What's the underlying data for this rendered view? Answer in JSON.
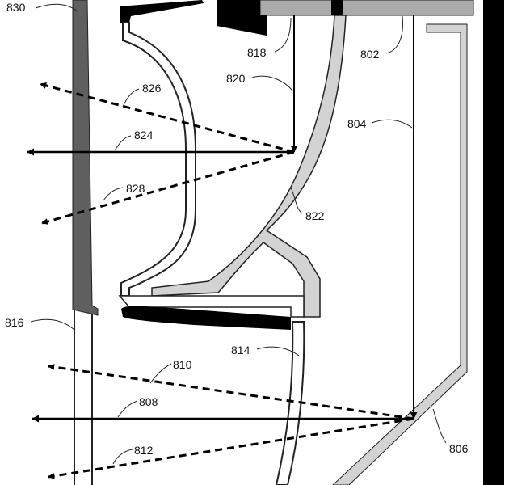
{
  "labels": {
    "l830": "830",
    "l818": "818",
    "l802": "802",
    "l820": "820",
    "l826": "826",
    "l804": "804",
    "l824": "824",
    "l828": "828",
    "l822": "822",
    "l816": "816",
    "l814": "814",
    "l810": "810",
    "l808": "808",
    "l806": "806",
    "l812": "812"
  },
  "colors": {
    "dark_panel": "#5f5f5f",
    "light_panel": "#d3d3d3",
    "top_block": "#aaaaaa",
    "black": "#000000",
    "stroke": "#222222"
  }
}
